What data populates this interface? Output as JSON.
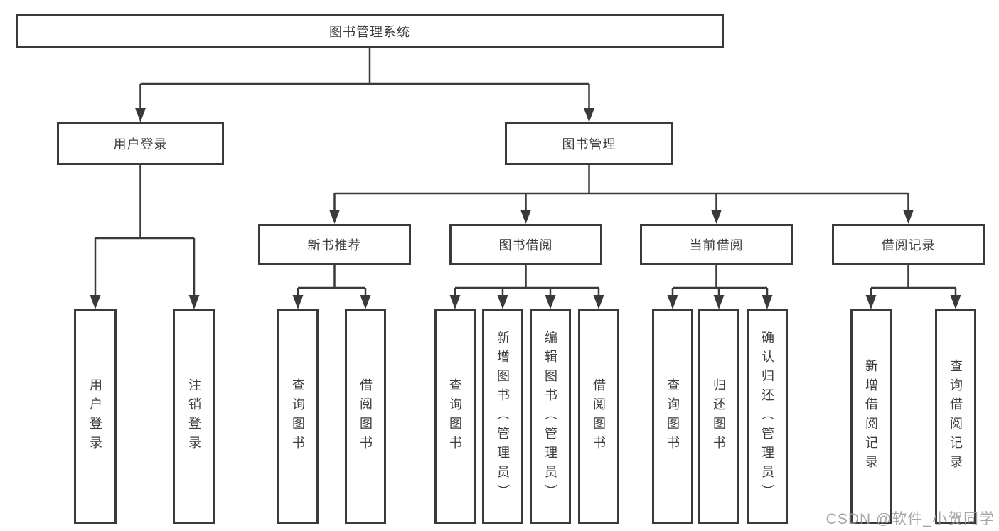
{
  "diagram": {
    "title": "图书管理系统",
    "watermark": "CSDN @软件_小贺同学",
    "colors": {
      "line": "#3a3a3a",
      "box_border": "#3a3a3a",
      "text": "#3d3d3d",
      "background": "#ffffff",
      "watermark": "#969696"
    },
    "tree": {
      "label": "图书管理系统",
      "children": [
        {
          "label": "用户登录",
          "children": [
            {
              "label": "用户登录"
            },
            {
              "label": "注销登录"
            }
          ]
        },
        {
          "label": "图书管理",
          "children": [
            {
              "label": "新书推荐",
              "children": [
                {
                  "label": "查询图书"
                },
                {
                  "label": "借阅图书"
                }
              ]
            },
            {
              "label": "图书借阅",
              "children": [
                {
                  "label": "查询图书"
                },
                {
                  "label": "新增图书（管理员）"
                },
                {
                  "label": "编辑图书（管理员）"
                },
                {
                  "label": "借阅图书"
                }
              ]
            },
            {
              "label": "当前借阅",
              "children": [
                {
                  "label": "查询图书"
                },
                {
                  "label": "归还图书"
                },
                {
                  "label": "确认归还（管理员）"
                }
              ]
            },
            {
              "label": "借阅记录",
              "children": [
                {
                  "label": "新增借阅记录"
                },
                {
                  "label": "查询借阅记录"
                }
              ]
            }
          ]
        }
      ]
    }
  }
}
